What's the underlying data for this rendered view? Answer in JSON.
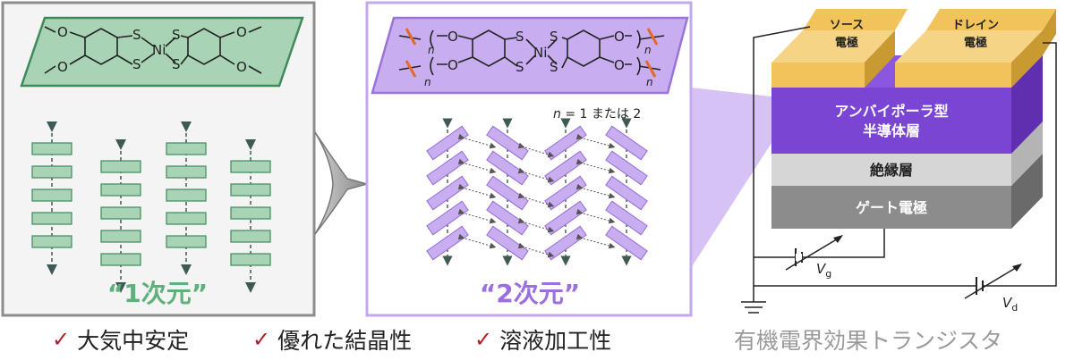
{
  "panel1": {
    "molecule": {
      "substituent": "O",
      "sulfur": "S",
      "metal": "Ni"
    },
    "dimension_label": "“1次元”"
  },
  "panel2": {
    "molecule": {
      "substituent": "O",
      "sulfur": "S",
      "metal": "Ni",
      "chain_subscript": "n"
    },
    "n_note_var": "n",
    "n_note_rest": " = 1 または 2",
    "dimension_label": "“2次元”"
  },
  "device": {
    "source_line1": "ソース",
    "source_line2": "電極",
    "drain_line1": "ドレイン",
    "drain_line2": "電極",
    "semiconductor_line1": "アンバイポーラ型",
    "semiconductor_line2": "半導体層",
    "insulator": "絶縁層",
    "gate": "ゲート電極",
    "vg_main": "V",
    "vg_sub": "g",
    "vd_main": "V",
    "vd_sub": "d",
    "caption": "有機電界効果トランジスタ"
  },
  "features": [
    "大気中安定",
    "優れた結晶性",
    "溶液加工性"
  ],
  "check_mark": "✓",
  "colors": {
    "green_fill": "#a9d3b5",
    "green_stroke": "#3f8a5a",
    "purple_fill": "#c8aef0",
    "purple_stroke": "#9b73d9",
    "purple_layer": "#7b45d4",
    "gold": "#f2c35a",
    "check_red": "#b11f25"
  }
}
